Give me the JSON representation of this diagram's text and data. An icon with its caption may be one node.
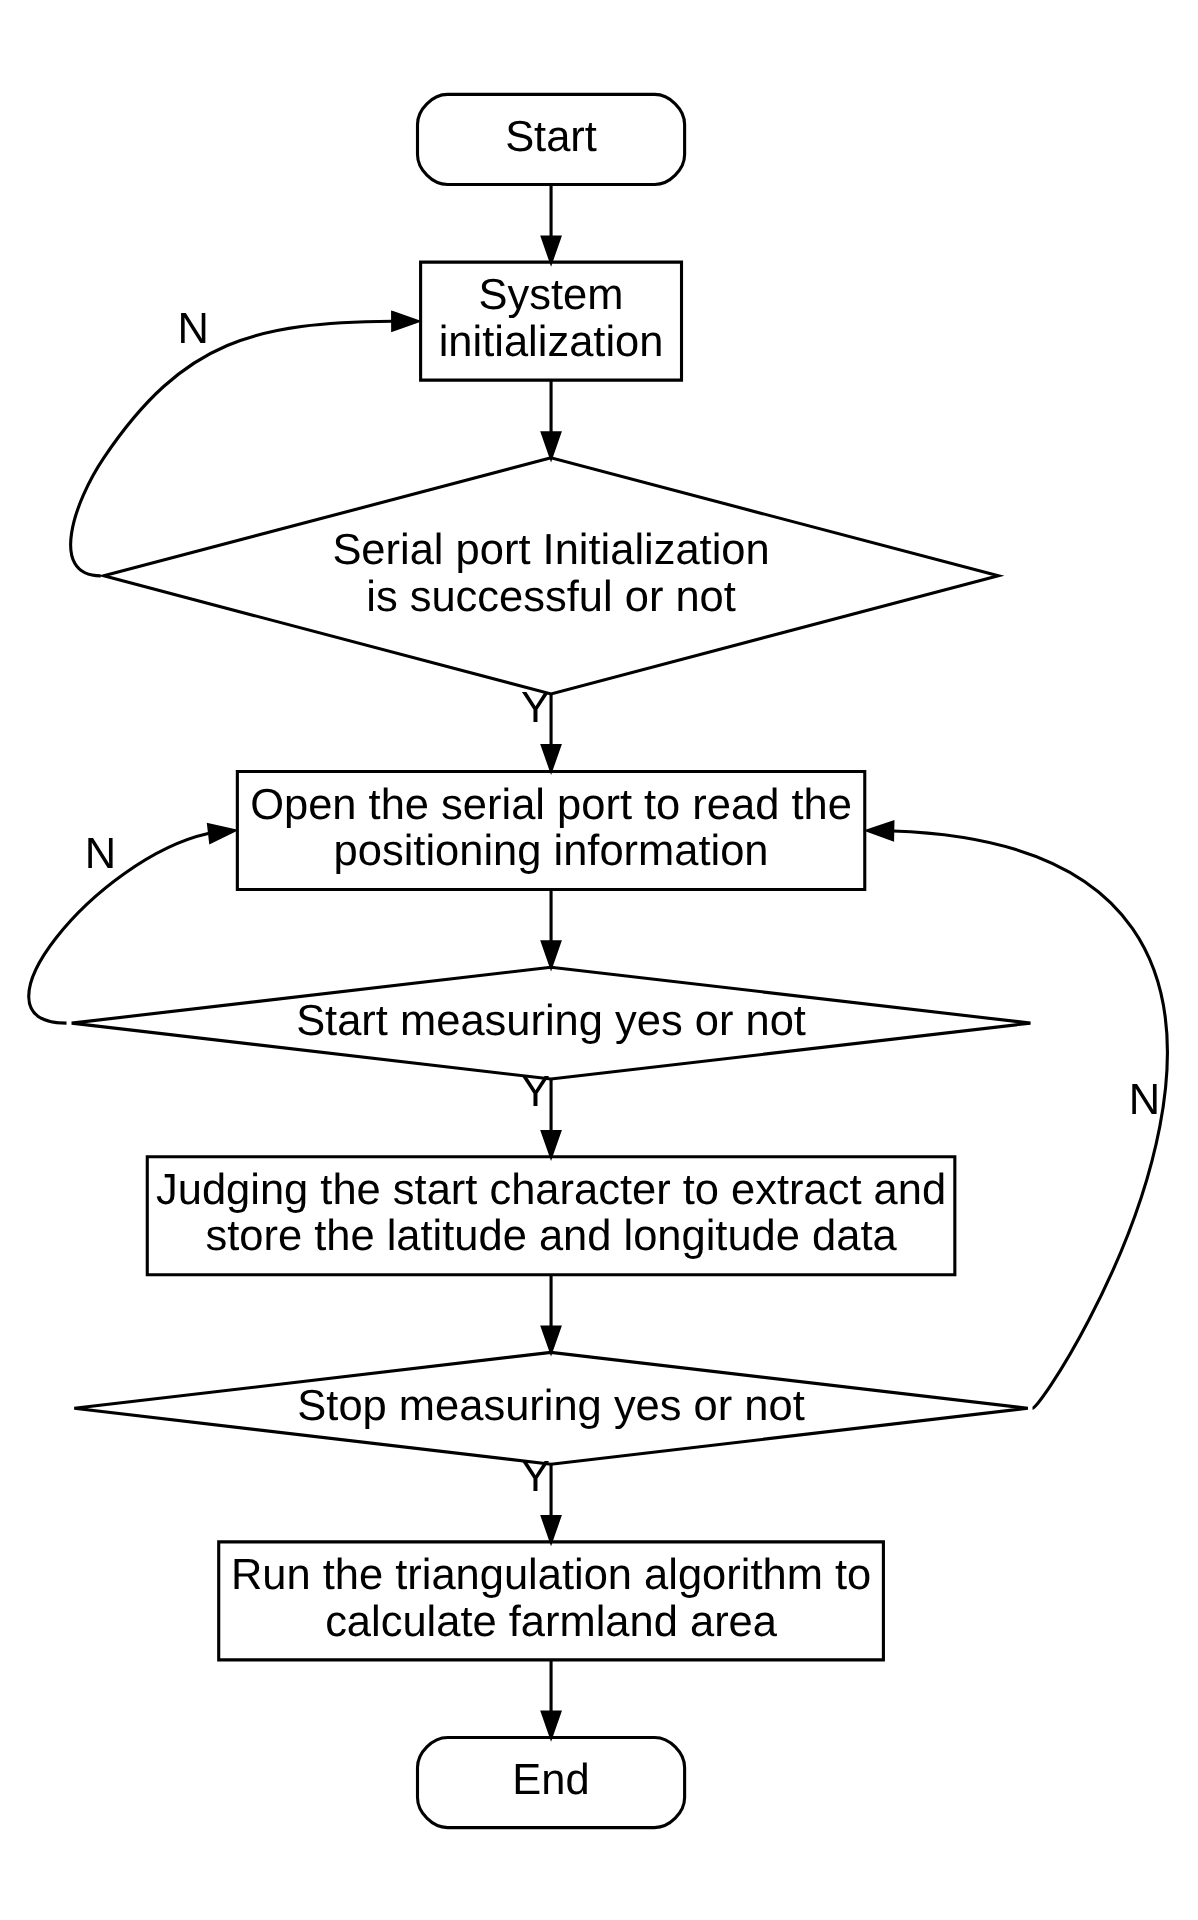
{
  "diagram": {
    "nodes": [
      {
        "text": [
          "Start"
        ]
      },
      {
        "text": [
          "System initialization"
        ]
      },
      {
        "text": [
          "Serial port Initialization is successful or not"
        ]
      },
      {
        "text": [
          "Open the serial port to read the positioning information"
        ]
      },
      {
        "text": [
          "Start measuring yes or not"
        ]
      },
      {
        "text": [
          "Judging the start character to extract and store the latitude and longitude data"
        ]
      },
      {
        "text": [
          "Stop measuring yes or not"
        ]
      },
      {
        "text": [
          "Run the triangulation algorithm to calculate farmland area"
        ]
      },
      {
        "text": [
          "End"
        ]
      }
    ],
    "edges": [
      {
        "from": 0,
        "to": 1,
        "arrow": "to"
      },
      {
        "from": 1,
        "to": 2,
        "arrow": "to"
      },
      {
        "from": 2,
        "to": 1,
        "arrow": "to",
        "label": "N"
      },
      {
        "from": 2,
        "to": 3,
        "arrow": "to",
        "label": "Y"
      },
      {
        "from": 3,
        "to": 4,
        "arrow": "to"
      },
      {
        "from": 4,
        "to": 3,
        "arrow": "to",
        "label": "N"
      },
      {
        "from": 4,
        "to": 5,
        "arrow": "to",
        "label": "Y"
      },
      {
        "from": 5,
        "to": 6,
        "arrow": "to"
      },
      {
        "from": 6,
        "to": 3,
        "arrow": "to",
        "label": "N"
      },
      {
        "from": 6,
        "to": 7,
        "arrow": "to",
        "label": "Y"
      },
      {
        "from": 7,
        "to": 8,
        "arrow": "to"
      }
    ]
  }
}
